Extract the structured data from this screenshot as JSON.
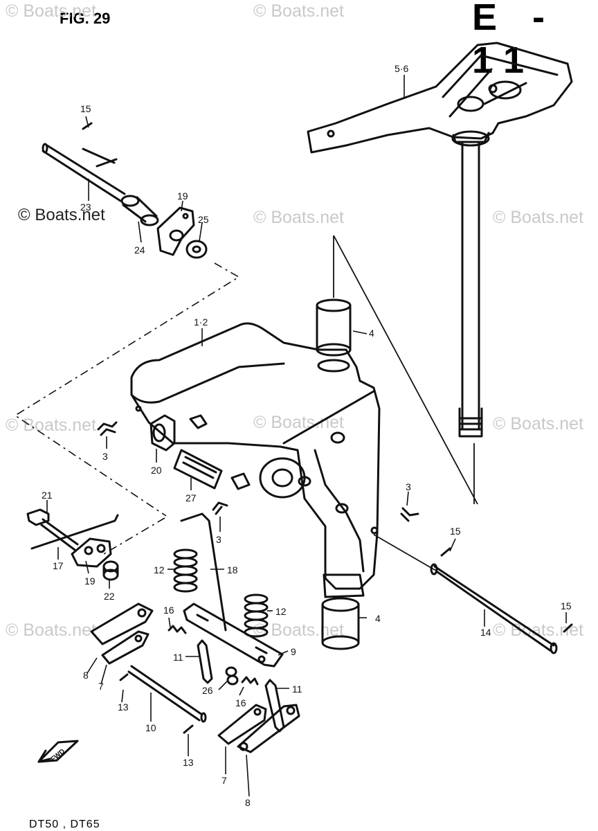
{
  "header": {
    "figure_label": "FIG. 29",
    "section_code": "E - 11"
  },
  "footer": {
    "models": "DT50 , DT65"
  },
  "watermarks": {
    "text": "© Boats.net",
    "positions_note": ""
  },
  "fwd_arrow_label": "FWD",
  "part_callouts": [
    "15",
    "23",
    "24",
    "19",
    "25",
    "5·6",
    "1·2",
    "4",
    "3",
    "20",
    "27",
    "21",
    "17",
    "19",
    "22",
    "3",
    "12",
    "18",
    "12",
    "16",
    "11",
    "9",
    "8",
    "7",
    "26",
    "16",
    "11",
    "13",
    "10",
    "13",
    "7",
    "8",
    "15",
    "14",
    "15",
    "4",
    "3"
  ],
  "colors": {
    "ink": "#111111",
    "watermark": "#c9c9c9",
    "background": "#ffffff"
  }
}
